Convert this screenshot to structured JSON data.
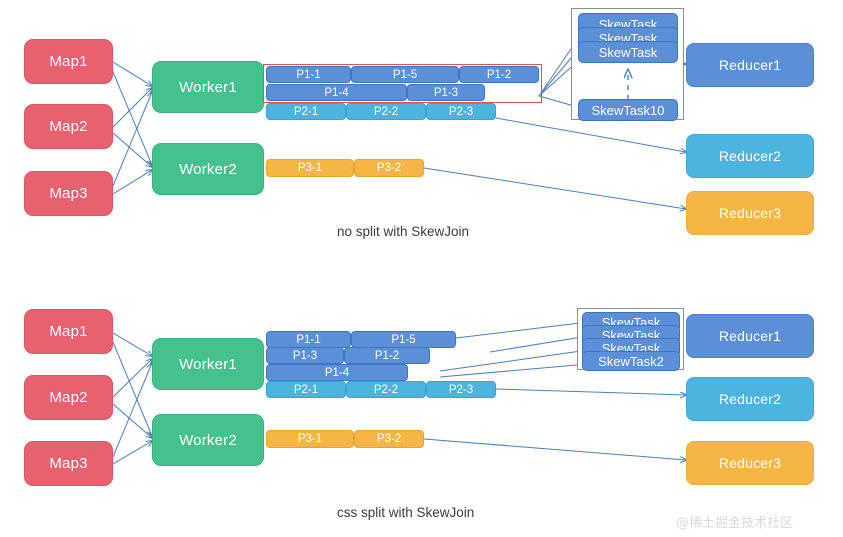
{
  "diagram": {
    "title_top": "no split with SkewJoin",
    "title_bottom": "css split with SkewJoin",
    "watermark": "@稀土掘金技术社区",
    "colors": {
      "map": "#e8616f",
      "worker": "#45c18e",
      "partition_p1": "#5b8fd8",
      "partition_p2": "#4db4e0",
      "partition_p3": "#f6b646",
      "reducer1": "#5b8fd8",
      "reducer2": "#4db4e0",
      "reducer3": "#f6b646",
      "highlight_outline": "#e0514f",
      "connector": "#4a7ebb"
    }
  },
  "top": {
    "maps": [
      {
        "label": "Map1"
      },
      {
        "label": "Map2"
      },
      {
        "label": "Map3"
      }
    ],
    "workers": [
      {
        "label": "Worker1"
      },
      {
        "label": "Worker2"
      }
    ],
    "partitions_row1": [
      {
        "label": "P1-1"
      },
      {
        "label": "P1-5"
      },
      {
        "label": "P1-2"
      }
    ],
    "partitions_row2": [
      {
        "label": "P1-4"
      },
      {
        "label": "P1-3"
      }
    ],
    "partitions_row3": [
      {
        "label": "P2-1"
      },
      {
        "label": "P2-2"
      },
      {
        "label": "P2-3"
      }
    ],
    "partitions_row4": [
      {
        "label": "P3-1"
      },
      {
        "label": "P3-2"
      }
    ],
    "skewtasks": [
      {
        "label": "SkewTask"
      },
      {
        "label": "SkewTask"
      },
      {
        "label": "SkewTask"
      },
      {
        "label": "SkewTask10"
      }
    ],
    "reducers": [
      {
        "label": "Reducer1"
      },
      {
        "label": "Reducer2"
      },
      {
        "label": "Reducer3"
      }
    ]
  },
  "bottom": {
    "maps": [
      {
        "label": "Map1"
      },
      {
        "label": "Map2"
      },
      {
        "label": "Map3"
      }
    ],
    "workers": [
      {
        "label": "Worker1"
      },
      {
        "label": "Worker2"
      }
    ],
    "partitions_row1": [
      {
        "label": "P1-1"
      },
      {
        "label": "P1-5"
      }
    ],
    "partitions_row2": [
      {
        "label": "P1-3"
      },
      {
        "label": "P1-2"
      }
    ],
    "partitions_row3": [
      {
        "label": "P1-4"
      }
    ],
    "partitions_row4": [
      {
        "label": "P2-1"
      },
      {
        "label": "P2-2"
      },
      {
        "label": "P2-3"
      }
    ],
    "partitions_row5": [
      {
        "label": "P3-1"
      },
      {
        "label": "P3-2"
      }
    ],
    "skewtasks": [
      {
        "label": "SkewTask"
      },
      {
        "label": "SkewTask"
      },
      {
        "label": "SkewTask"
      },
      {
        "label": "SkewTask2"
      }
    ],
    "reducers": [
      {
        "label": "Reducer1"
      },
      {
        "label": "Reducer2"
      },
      {
        "label": "Reducer3"
      }
    ]
  }
}
